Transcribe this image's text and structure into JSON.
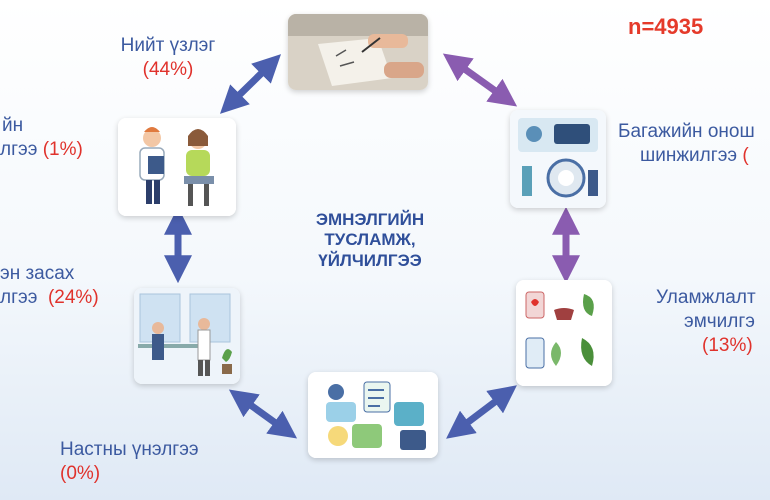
{
  "sample_size": "n=4935",
  "center_title": [
    "ЭМНЭЛГИЙН",
    "ТУСЛАМЖ,",
    "ҮЙЛЧИЛГЭЭ"
  ],
  "nodes": {
    "top": {
      "label": "Нийт үзлэг",
      "pct": "(44%)",
      "image": "consultation-writing-icon"
    },
    "upper_left": {
      "label_line1": "йн",
      "label_line2": "лгээ",
      "pct": "(1%)",
      "image": "doctor-patient-icon"
    },
    "mid_left": {
      "label_line1": "эн засах",
      "label_line2": "лгээ",
      "pct": "(24%)",
      "image": "rehabilitation-room-icon"
    },
    "bottom": {
      "label": "Настны үнэлгээ",
      "pct": "(0%)",
      "image": "assessment-puzzle-icon"
    },
    "upper_right": {
      "label_line1": "Багажийн онош",
      "label_line2": "шинжилгээ",
      "pct": "(",
      "image": "diagnostic-equipment-icon"
    },
    "mid_right": {
      "label_line1": "Уламжлалт",
      "label_line2": "эмчилгэ",
      "pct": "(13%)",
      "image": "herbal-medicine-icon"
    }
  },
  "colors": {
    "arrow": "#4b5fae",
    "arrow_right": "#8a5cb0",
    "pct": "#e0322c",
    "label": "#3c5aa0"
  }
}
